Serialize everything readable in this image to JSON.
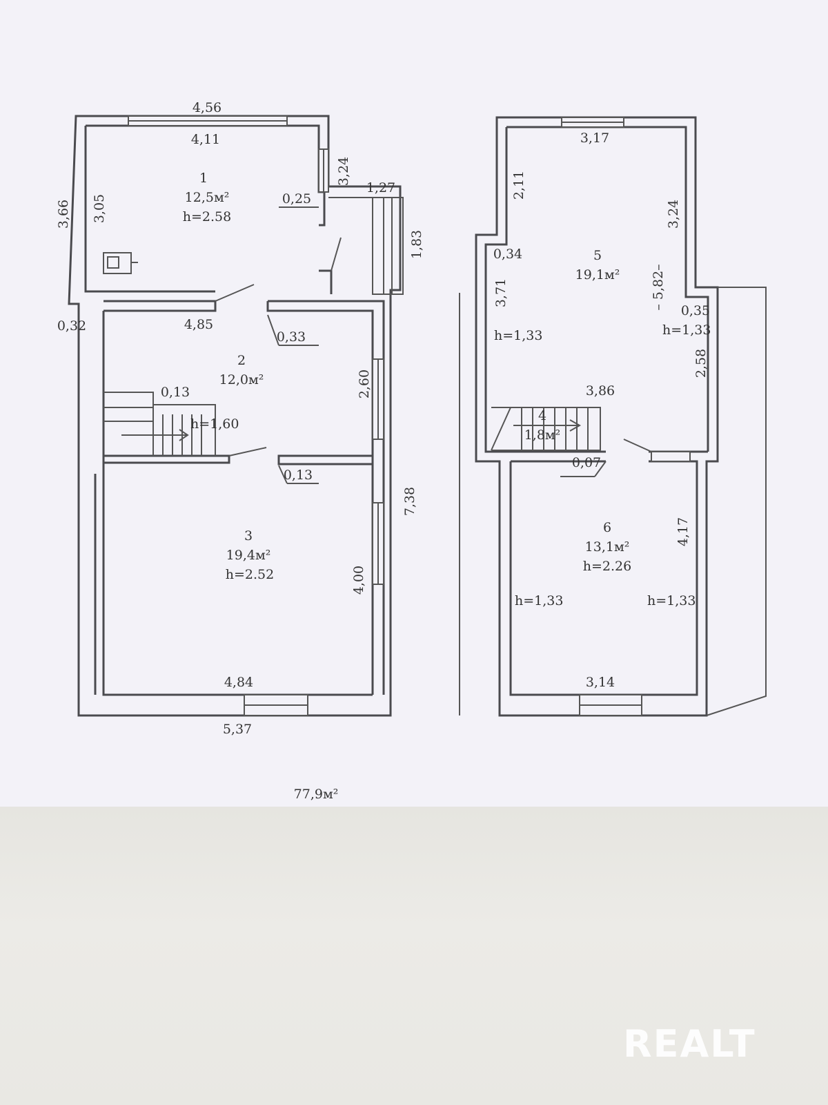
{
  "plan": {
    "total_area": "77,9м²",
    "rooms": [
      {
        "number": "1",
        "area": "12,5м²",
        "height": "h=2.58"
      },
      {
        "number": "2",
        "area": "12,0м²",
        "height": ""
      },
      {
        "number": "3",
        "area": "19,4м²",
        "height": "h=2.52"
      },
      {
        "number": "4",
        "area": "1,8м²",
        "height": ""
      },
      {
        "number": "5",
        "area": "19,1м²",
        "height": ""
      },
      {
        "number": "6",
        "area": "13,1м²",
        "height": "h=2.26"
      }
    ],
    "stair_height": "h=1,60",
    "low_heights": [
      "h=1,33",
      "h=1,33",
      "h=1,33",
      "h=1,33"
    ],
    "dimensions_ground": [
      "4,56",
      "4,11",
      "3,24",
      "1,27",
      "0,25",
      "3,66",
      "3,05",
      "1,83",
      "0,32",
      "4,85",
      "0,33",
      "0,13",
      "2,60",
      "0,13",
      "7,38",
      "4,00",
      "4,84",
      "5,37"
    ],
    "dimensions_upper": [
      "3,17",
      "2,11",
      "3,24",
      "0,34",
      "3,71",
      "– 5,82–",
      "0,35",
      "2,58",
      "3,86",
      "0,07",
      "4,17",
      "3,14"
    ]
  },
  "watermark": "REALT"
}
